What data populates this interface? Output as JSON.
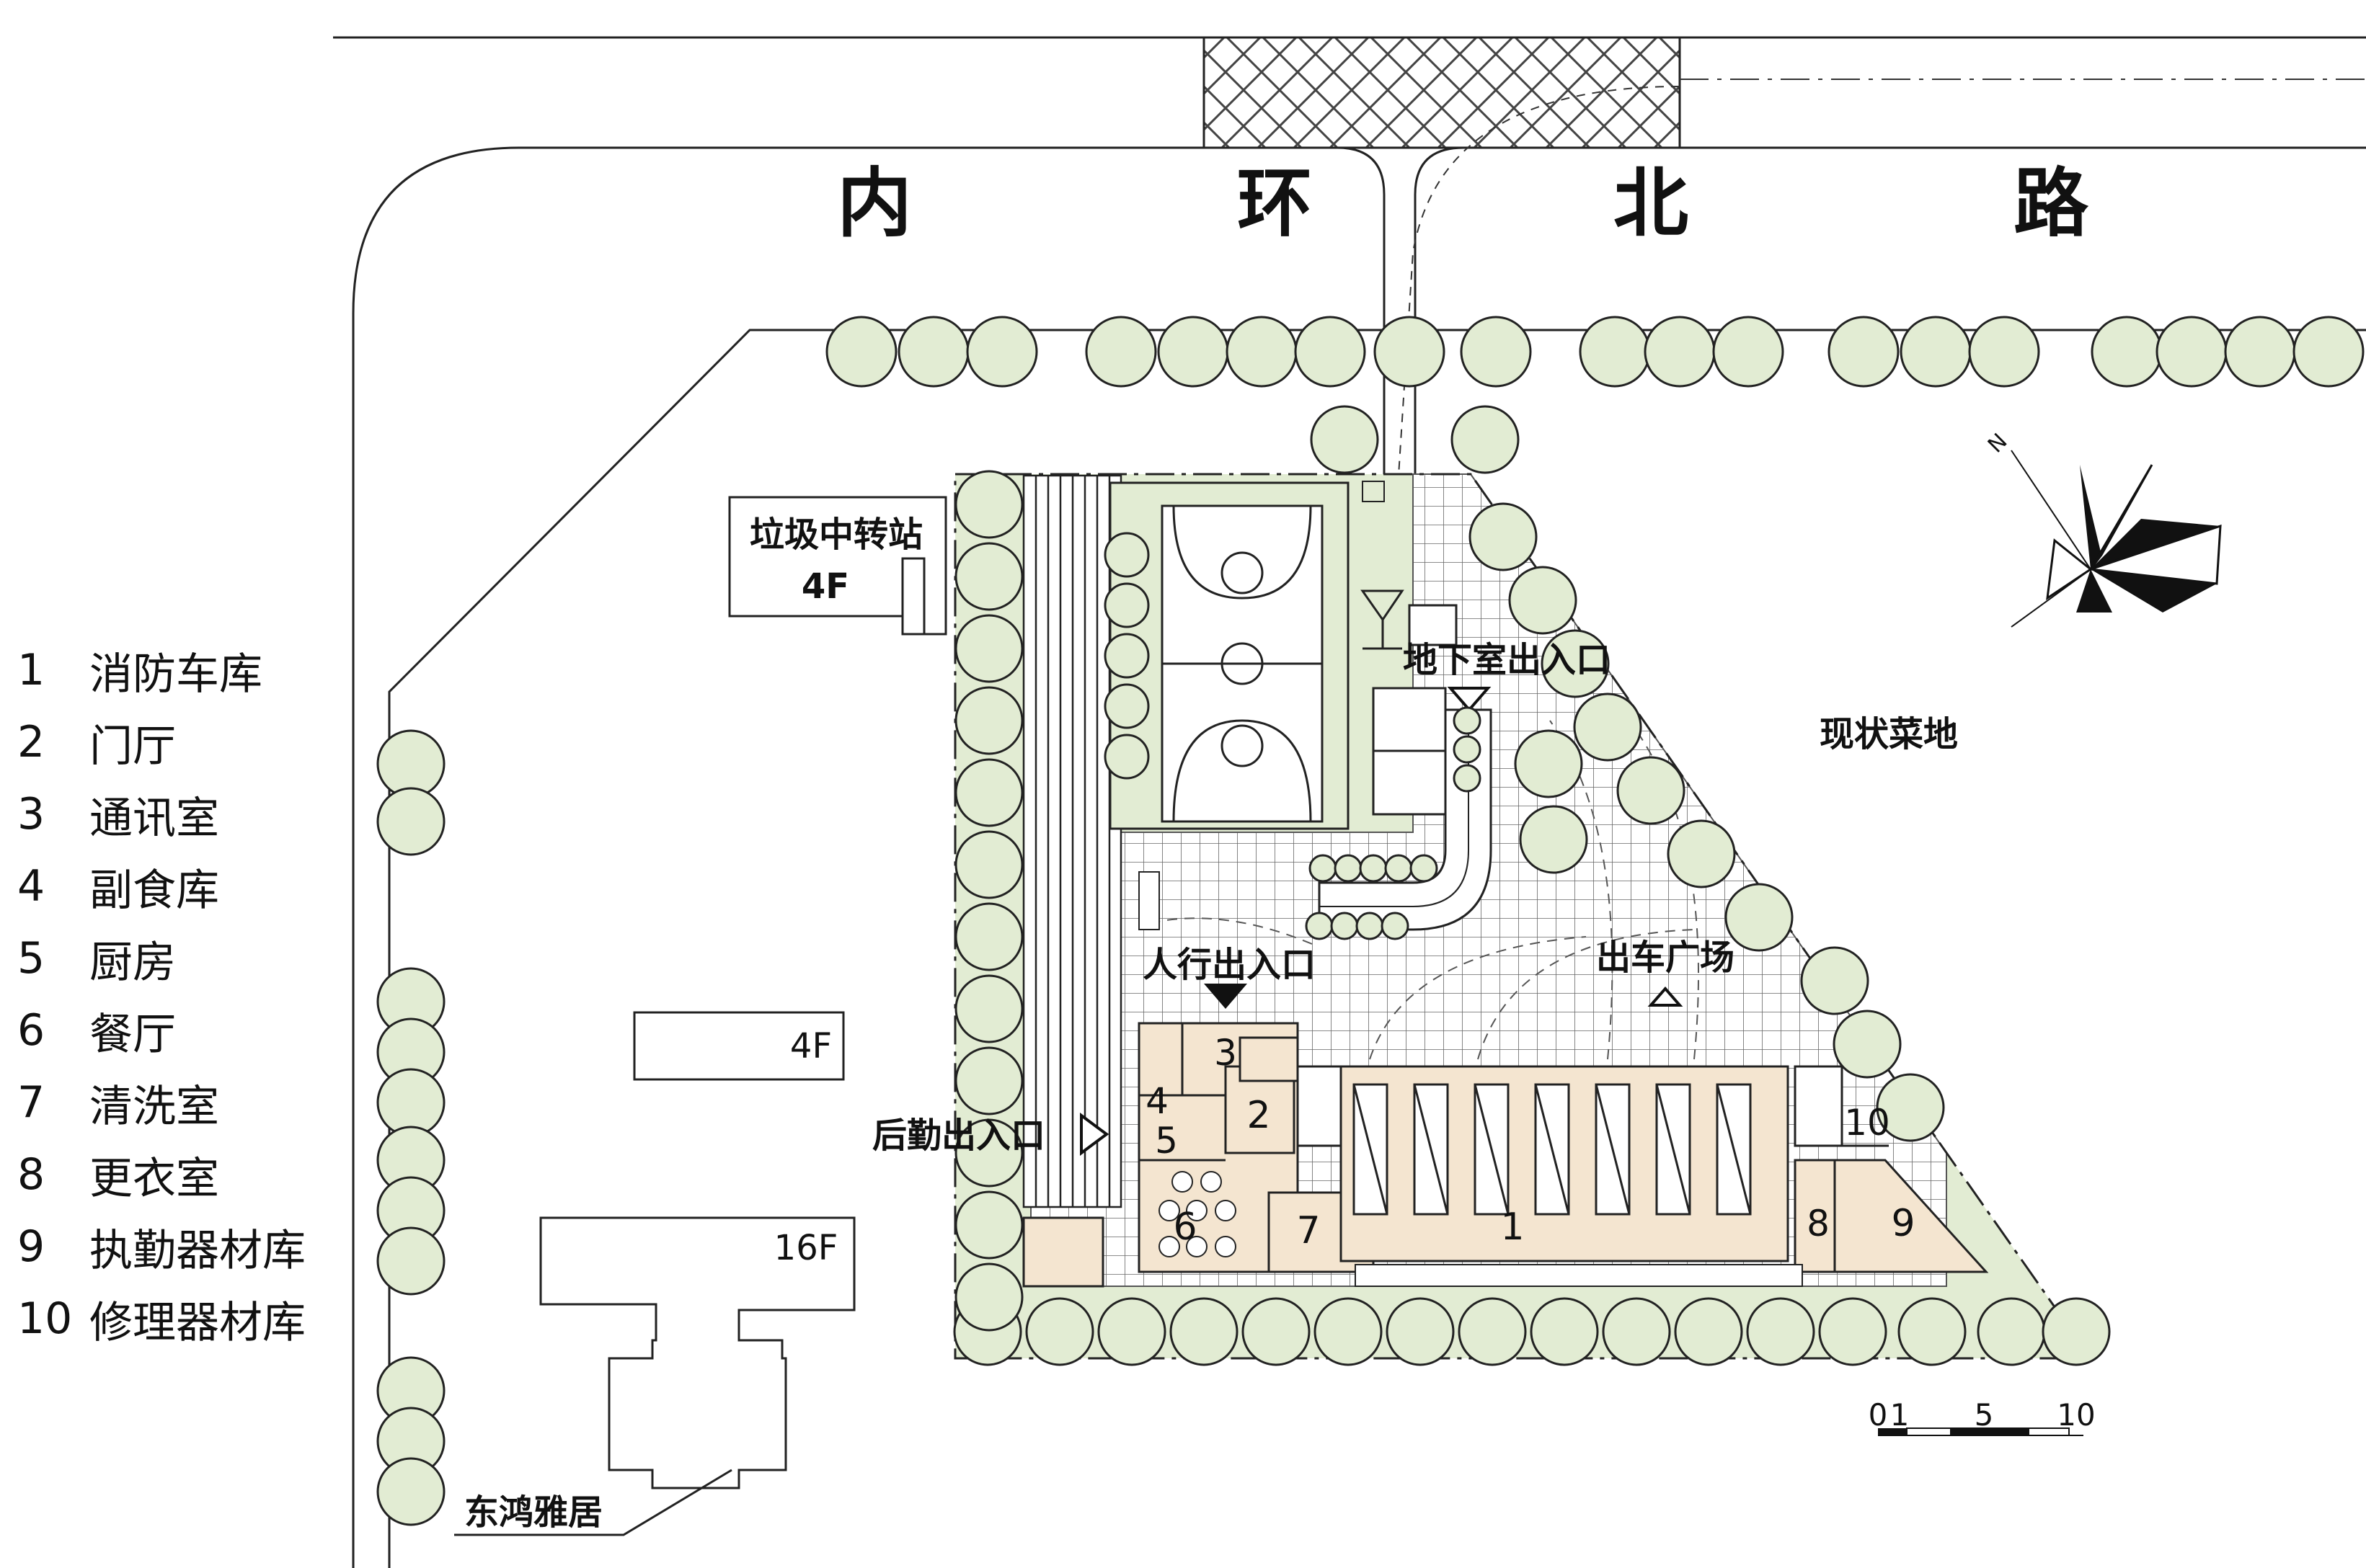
{
  "road": {
    "chars": [
      "内",
      "环",
      "北",
      "路"
    ]
  },
  "buildings": {
    "garbage_station": "垃圾中转站",
    "garbage_floors": "4F",
    "mid_building_floors": "4F",
    "tower_floors": "16F",
    "residence": "东鸿雅居"
  },
  "labels": {
    "basement_entrance": "地下室出入口",
    "pedestrian_entrance": "人行出入口",
    "logistics_entrance": "后勤出入口",
    "vehicle_plaza": "出车广场",
    "vegetable_field": "现状菜地"
  },
  "compass": {
    "north": "N"
  },
  "scale_bar": {
    "labels": [
      "0",
      "1",
      "5",
      "10"
    ]
  },
  "legend": [
    {
      "num": "1",
      "name": "消防车库"
    },
    {
      "num": "2",
      "name": "门厅"
    },
    {
      "num": "3",
      "name": "通讯室"
    },
    {
      "num": "4",
      "name": "副食库"
    },
    {
      "num": "5",
      "name": "厨房"
    },
    {
      "num": "6",
      "name": "餐厅"
    },
    {
      "num": "7",
      "name": "清洗室"
    },
    {
      "num": "8",
      "name": "更衣室"
    },
    {
      "num": "9",
      "name": "执勤器材库"
    },
    {
      "num": "10",
      "name": "修理器材库"
    }
  ],
  "rooms": [
    "1",
    "2",
    "3",
    "4",
    "5",
    "6",
    "7",
    "8",
    "9",
    "10"
  ],
  "colors": {
    "green": "#e2ecd3",
    "building": "#f4e5d0",
    "line": "#222222",
    "grid": "#555555"
  }
}
